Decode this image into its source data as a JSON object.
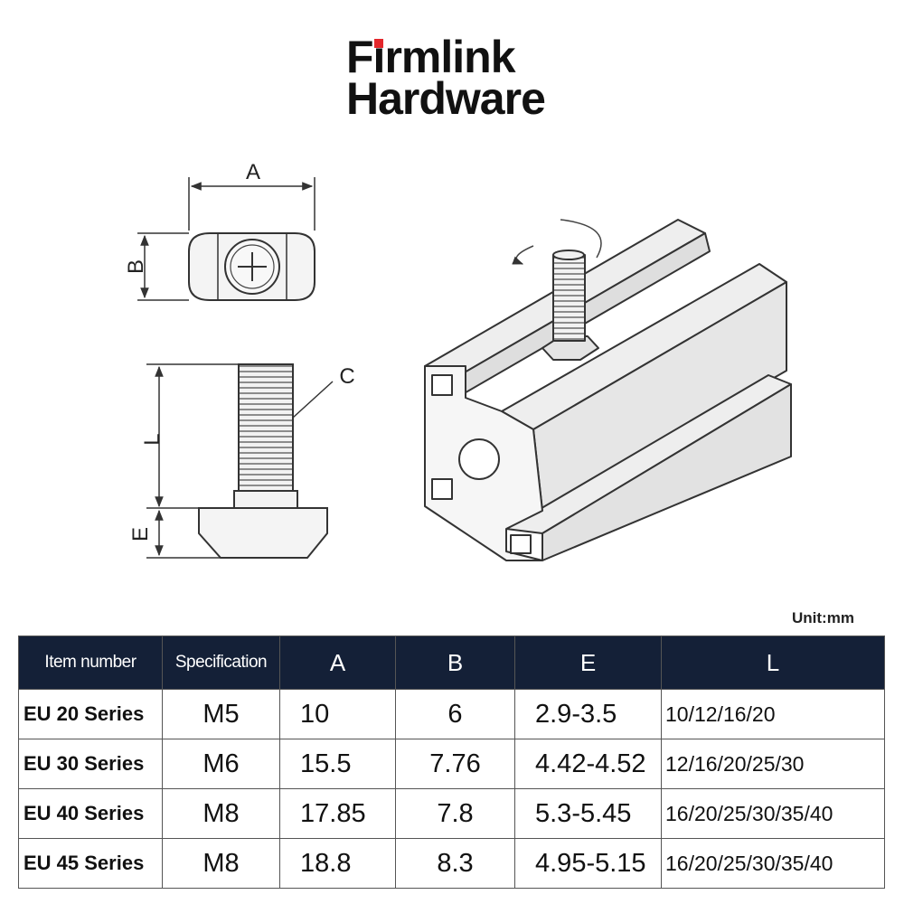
{
  "brand": {
    "line1_pre": "F",
    "line1_i": "i",
    "line1_post": "rmlink",
    "line2": "Hardware",
    "accent_color": "#e3262b"
  },
  "drawing": {
    "labels": {
      "a": "A",
      "b": "B",
      "c": "C",
      "l": "L",
      "e": "E"
    }
  },
  "unit_label": "Unit:mm",
  "table": {
    "header_bg": "#142037",
    "headers": [
      "Item number",
      "Specification",
      "A",
      "B",
      "E",
      "L"
    ],
    "rows": [
      [
        "EU 20 Series",
        "M5",
        "10",
        "6",
        "2.9-3.5",
        "10/12/16/20"
      ],
      [
        "EU 30 Series",
        "M6",
        "15.5",
        "7.76",
        "4.42-4.52",
        "12/16/20/25/30"
      ],
      [
        "EU 40 Series",
        "M8",
        "17.85",
        "7.8",
        "5.3-5.45",
        "16/20/25/30/35/40"
      ],
      [
        "EU 45 Series",
        "M8",
        "18.8",
        "8.3",
        "4.95-5.15",
        "16/20/25/30/35/40"
      ]
    ]
  }
}
